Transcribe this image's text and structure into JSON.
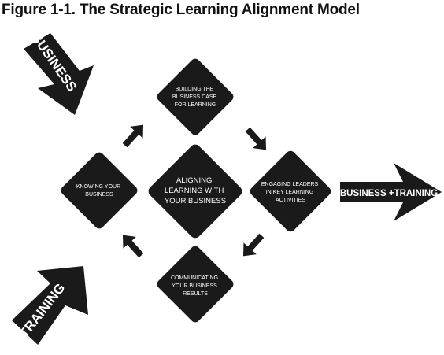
{
  "figure": {
    "title": "Figure 1-1. The Strategic Learning Alignment Model"
  },
  "inputs": {
    "business_label": "BUSINESS",
    "training_label": "TRAINING"
  },
  "output": {
    "label": "BUSINESS +TRAINING"
  },
  "center": {
    "lines": [
      "ALIGNING",
      "LEARNING WITH",
      "YOUR BUSINESS"
    ]
  },
  "stages": {
    "top": [
      "BUILDING THE",
      "BUSINESS CASE",
      "FOR LEARNING"
    ],
    "right": [
      "ENGAGING LEADERS",
      "IN KEY  LEARNING",
      "ACTIVITIES"
    ],
    "bottom": [
      "COMMUNICATING",
      "YOUR BUSINESS",
      "RESULTS"
    ],
    "left": [
      "KNOWING YOUR",
      "BUSINESS"
    ]
  },
  "colors": {
    "fill": "#1a1a1a",
    "text": "#ffffff"
  }
}
